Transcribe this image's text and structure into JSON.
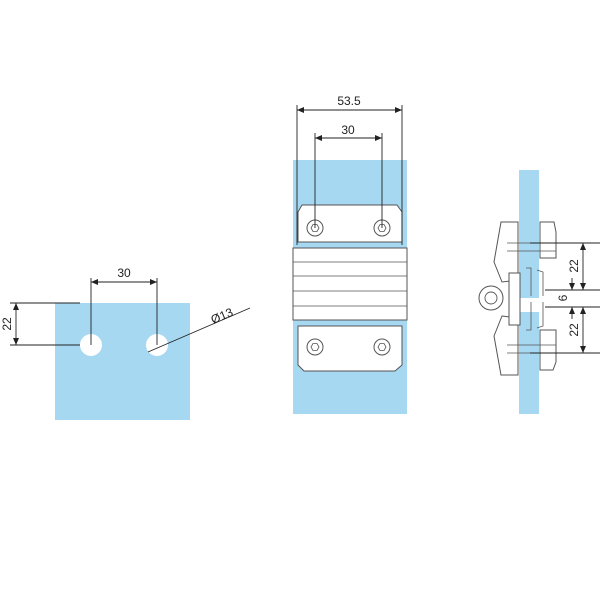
{
  "colors": {
    "glass": "#a7d8f2",
    "line": "#222222",
    "metal_outline": "#555555",
    "background": "#ffffff"
  },
  "glass_cutout": {
    "hole_spacing": "30",
    "edge_offset": "22",
    "hole_diameter": "Ø13"
  },
  "front_view": {
    "overall_width": "53.5",
    "hole_spacing": "30"
  },
  "side_view": {
    "upper_offset": "22",
    "gap": "6",
    "lower_offset": "22"
  }
}
